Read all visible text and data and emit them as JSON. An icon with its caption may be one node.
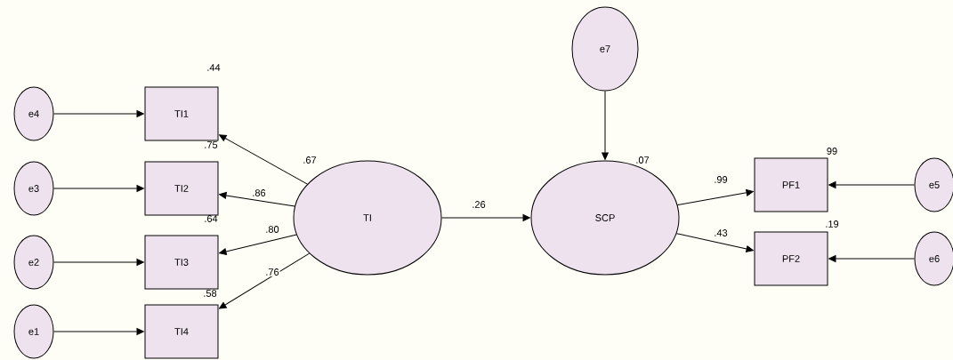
{
  "diagram": {
    "nodes": [
      {
        "text": [
          "e4"
        ]
      },
      {
        "text": [
          "TI1"
        ],
        "beside": [
          ".44"
        ]
      },
      {
        "text": [
          "e3"
        ]
      },
      {
        "text": [
          "TI2"
        ]
      },
      {
        "text": [
          "e2"
        ]
      },
      {
        "text": [
          "TI3"
        ]
      },
      {
        "text": [
          "e1"
        ]
      },
      {
        "text": [
          "TI4"
        ]
      },
      {
        "text": [
          "TI"
        ]
      },
      {
        "text": [
          "e7"
        ]
      },
      {
        "text": [
          "SCP"
        ],
        "beside": [
          ".07"
        ]
      },
      {
        "text": [
          "PF1"
        ],
        "beside": [
          "99"
        ]
      },
      {
        "text": [
          "e5"
        ]
      },
      {
        "text": [
          "PF2"
        ],
        "beside": [
          ".19"
        ]
      },
      {
        "text": [
          "e6"
        ]
      }
    ],
    "edges": [
      {
        "from": 0,
        "to": 1,
        "arrow": "to"
      },
      {
        "from": 2,
        "to": 3,
        "arrow": "to"
      },
      {
        "from": 4,
        "to": 5,
        "arrow": "to"
      },
      {
        "from": 6,
        "to": 7,
        "arrow": "to"
      },
      {
        "from": 8,
        "to": 1,
        "arrow": "to",
        "label": ".67"
      },
      {
        "from": 8,
        "to": 3,
        "arrow": "to",
        "label": ".86"
      },
      {
        "from": 8,
        "to": 5,
        "arrow": "to",
        "label": ".80"
      },
      {
        "from": 8,
        "to": 7,
        "arrow": "to",
        "label": ".76"
      },
      {
        "from": 8,
        "to": 10,
        "arrow": "to",
        "label": ".26"
      },
      {
        "from": 9,
        "to": 10,
        "arrow": "to"
      },
      {
        "from": 10,
        "to": 11,
        "arrow": "to",
        "label": ".99"
      },
      {
        "from": 10,
        "to": 13,
        "arrow": "to",
        "label": ".43"
      },
      {
        "from": 12,
        "to": 11,
        "arrow": "to"
      },
      {
        "from": 14,
        "to": 13,
        "arrow": "to"
      }
    ],
    "labels": [
      ".75",
      ".64",
      ".58"
    ]
  }
}
